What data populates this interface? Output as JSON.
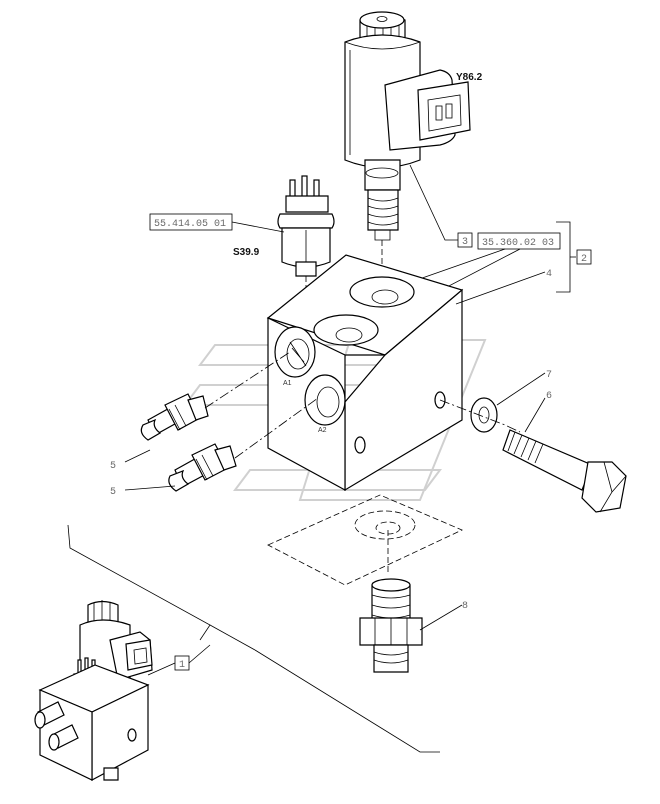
{
  "labels": {
    "coil_code": "Y86.2",
    "sensor_code": "S39.9",
    "ref_left": "55.414.05 01",
    "ref_right": "35.360.02 03",
    "ref_box_3": "3",
    "ref_box_2": "2",
    "ref_box_1": "1",
    "port_a1": "A1",
    "port_a2": "A2",
    "callout_4": "4",
    "callout_5a": "5",
    "callout_5b": "5",
    "callout_6": "6",
    "callout_7": "7",
    "callout_8": "8"
  }
}
